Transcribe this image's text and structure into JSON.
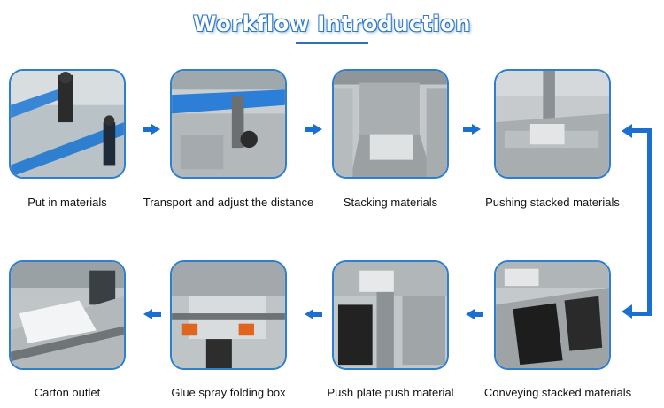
{
  "title": "Workflow Introduction",
  "colors": {
    "accent": "#2f7fd0",
    "arrow": "#1a6fd0",
    "title_outline": "#2f79c4"
  },
  "steps": [
    {
      "label": "Put in materials",
      "icon": "photo-put-in-materials"
    },
    {
      "label": "Transport and adjust the distance",
      "icon": "photo-transport"
    },
    {
      "label": "Stacking materials",
      "icon": "photo-stacking"
    },
    {
      "label": "Pushing stacked materials",
      "icon": "photo-pushing"
    },
    {
      "label": "Conveying stacked materials",
      "icon": "photo-conveying"
    },
    {
      "label": "Push plate push material",
      "icon": "photo-push-plate"
    },
    {
      "label": "Glue spray folding box",
      "icon": "photo-glue-spray"
    },
    {
      "label": "Carton outlet",
      "icon": "photo-carton-outlet"
    }
  ]
}
